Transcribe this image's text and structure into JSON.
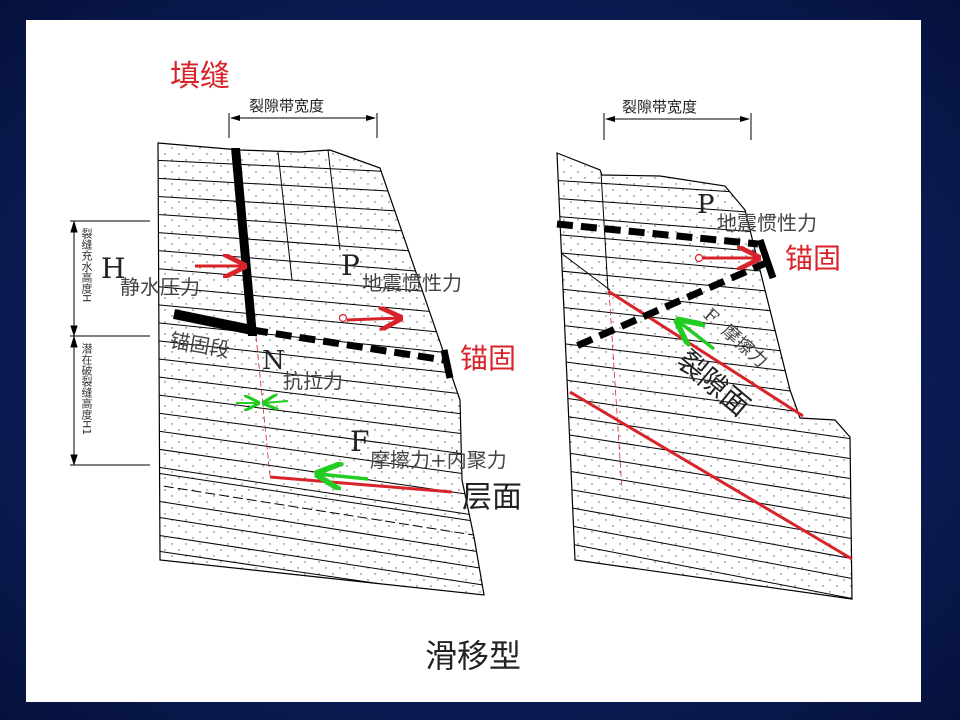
{
  "slide": {
    "background_color": "#0b1d57",
    "panel_color": "#ffffff",
    "caption": "滑移型"
  },
  "colors": {
    "force_red": "#d8232a",
    "friction_green": "#22cc22",
    "anchor_black": "#000000",
    "label_red": "#d8232a"
  },
  "left_diagram": {
    "title_label": "填缝",
    "fracture_zone_width": "裂隙带宽度",
    "height_labels": {
      "water_height": "裂缝充水高度H",
      "potential_crack_height": "潜在破裂缝高度H1"
    },
    "forces": {
      "hydrostatic": {
        "symbol": "H",
        "label": "静水压力"
      },
      "seismic": {
        "symbol": "P",
        "label": "地震惯性力"
      },
      "tension": {
        "symbol": "N",
        "label": "抗拉力"
      },
      "friction": {
        "symbol": "F",
        "label": "摩擦力+内聚力"
      }
    },
    "anchor_segment": "锚固段",
    "anchor": "锚固",
    "bedding_plane": "层面"
  },
  "right_diagram": {
    "fracture_zone_width": "裂隙带宽度",
    "forces": {
      "seismic": {
        "symbol": "P",
        "label": "地震惯性力"
      },
      "friction": {
        "symbol": "F",
        "label": "摩擦力"
      }
    },
    "anchor": "锚固",
    "fracture_plane": "裂隙面"
  }
}
